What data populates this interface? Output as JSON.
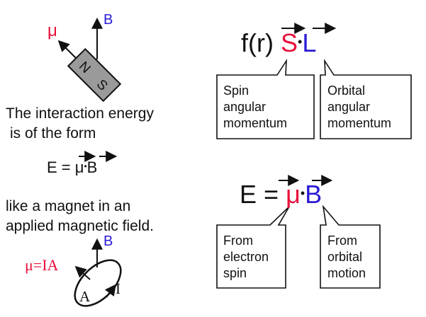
{
  "colors": {
    "mu": "#e8103a",
    "B": "#2a1bd6",
    "text": "#111111",
    "magnet_fill": "#9a9a9a"
  },
  "magnet": {
    "mu_symbol": "μ",
    "b_symbol": "B",
    "north": "N",
    "south": "S"
  },
  "interaction_text": {
    "line1": "The interaction energy",
    "line2": "is of the form"
  },
  "equation_small": {
    "lhs": "E =",
    "mu": "μ",
    "dot": "•",
    "b": "B"
  },
  "magnet_text": {
    "line1": "like a magnet in an",
    "line2": "applied magnetic field."
  },
  "current_loop": {
    "label": "μ=IA",
    "b_symbol": "B",
    "area": "A",
    "current": "I"
  },
  "spin_orbit": {
    "prefix": "f(r)",
    "s": "S",
    "dot": "•",
    "l": "L",
    "spin_box": [
      "Spin",
      "angular",
      "momentum"
    ],
    "orbital_box": [
      "Orbital",
      "angular",
      "momentum"
    ]
  },
  "equation_large": {
    "lhs": "E =",
    "mu": "μ",
    "dot": "•",
    "b": "B",
    "electron_box": [
      "From",
      "electron",
      "spin"
    ],
    "orbital_box": [
      "From",
      "orbital",
      "motion"
    ]
  }
}
